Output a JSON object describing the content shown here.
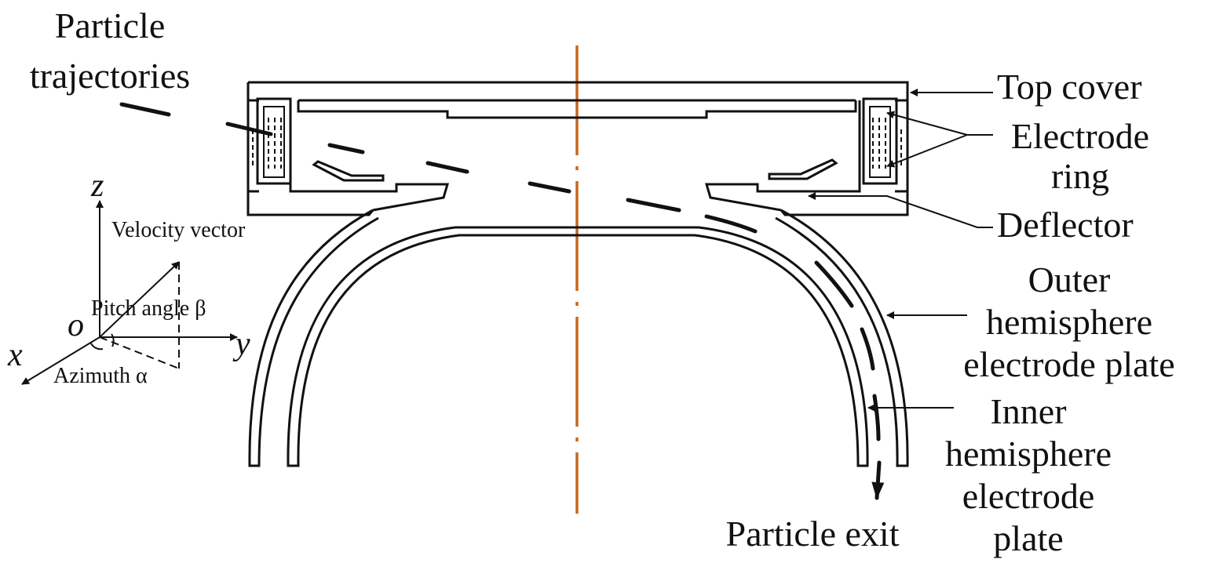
{
  "labels": {
    "particle_trajectories": [
      "Particle",
      "trajectories"
    ],
    "top_cover": "Top cover",
    "electrode_ring": [
      "Electrode",
      "ring"
    ],
    "deflector": "Deflector",
    "outer_plate": [
      "Outer",
      "hemisphere",
      "electrode plate"
    ],
    "inner_plate": [
      "Inner",
      "hemisphere",
      "electrode",
      "plate"
    ],
    "particle_exit": "Particle exit"
  },
  "coordinate_system": {
    "z_axis": "z",
    "y_axis": "y",
    "x_axis": "x",
    "origin": "o",
    "velocity_vector": "Velocity vector",
    "pitch_angle": "Pitch angle β",
    "azimuth": "Azimuth α"
  },
  "colors": {
    "line": "#111111",
    "symmetry_axis": "#c8661e",
    "background": "#ffffff"
  }
}
